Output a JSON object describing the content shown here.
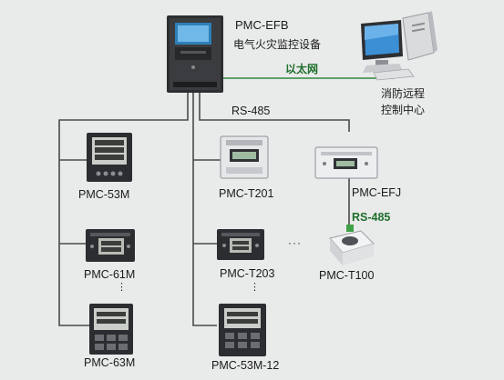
{
  "controller": {
    "model": "PMC-EFB",
    "description": "电气火灾监控设备"
  },
  "links": {
    "ethernet": "以太网",
    "rs485_main": "RS-485",
    "rs485_sub": "RS-485"
  },
  "control_center": {
    "line1": "消防远程",
    "line2": "控制中心"
  },
  "devices": {
    "pmc53m": "PMC-53M",
    "pmc61m": "PMC-61M",
    "pmc63m": "PMC-63M",
    "pmct201": "PMC-T201",
    "pmct203": "PMC-T203",
    "pmc53m12": "PMC-53M-12",
    "pmcefj": "PMC-EFJ",
    "pmct100": "PMC-T100"
  },
  "ellipsis": {
    "horizontal": "···",
    "vertical": "⋮"
  },
  "colors": {
    "wire": "#4a4a4a",
    "ethernet_line": "#2f8a3c",
    "label_green": "#1e6f2c",
    "background": "#e9eaea"
  }
}
